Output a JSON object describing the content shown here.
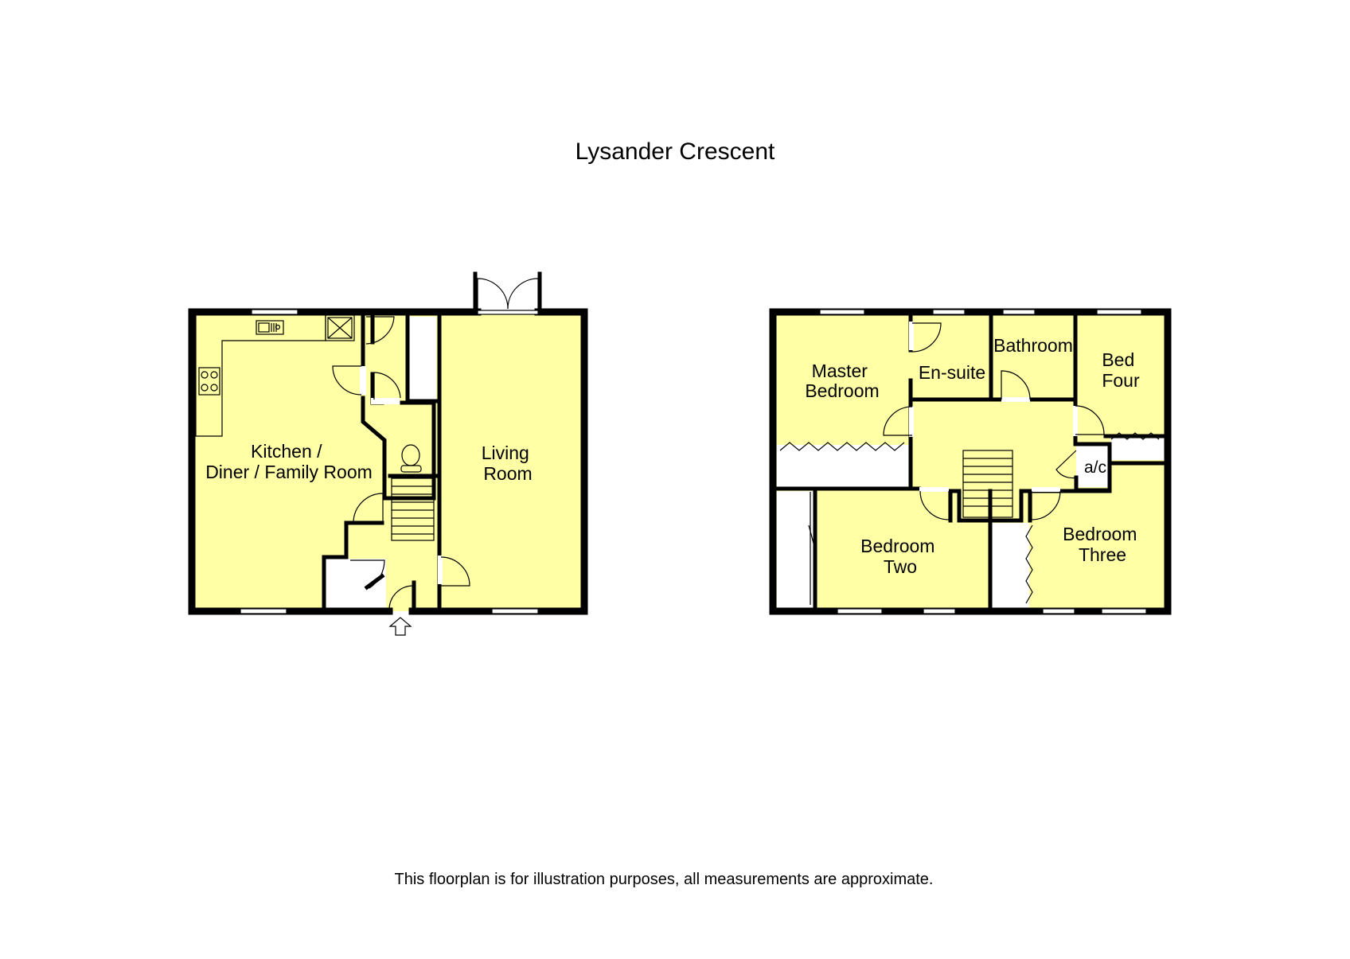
{
  "title": "Lysander Crescent",
  "disclaimer": "This floorplan is for illustration purposes, all measurements are approximate.",
  "colors": {
    "room_fill": "#FFFFA6",
    "wall": "#000000",
    "background": "#FFFFFF"
  },
  "ground_floor": {
    "rooms": [
      {
        "id": "kitchen",
        "lines": [
          "Kitchen /",
          "Diner / Family Room"
        ]
      },
      {
        "id": "living",
        "lines": [
          "Living",
          "Room"
        ]
      }
    ],
    "fixtures": [
      "sink-icon",
      "hob-icon",
      "wc-icon",
      "stairs-icon",
      "entrance-arrow-icon"
    ]
  },
  "first_floor": {
    "rooms": [
      {
        "id": "master",
        "lines": [
          "Master",
          "Bedroom"
        ]
      },
      {
        "id": "ensuite",
        "lines": [
          "En-suite"
        ]
      },
      {
        "id": "bathroom",
        "lines": [
          "Bathroom"
        ]
      },
      {
        "id": "bedfour",
        "lines": [
          "Bed",
          "Four"
        ]
      },
      {
        "id": "airing",
        "lines": [
          "a/c"
        ]
      },
      {
        "id": "bedtwo",
        "lines": [
          "Bedroom",
          "Two"
        ]
      },
      {
        "id": "bedthree",
        "lines": [
          "Bedroom",
          "Three"
        ]
      }
    ]
  }
}
